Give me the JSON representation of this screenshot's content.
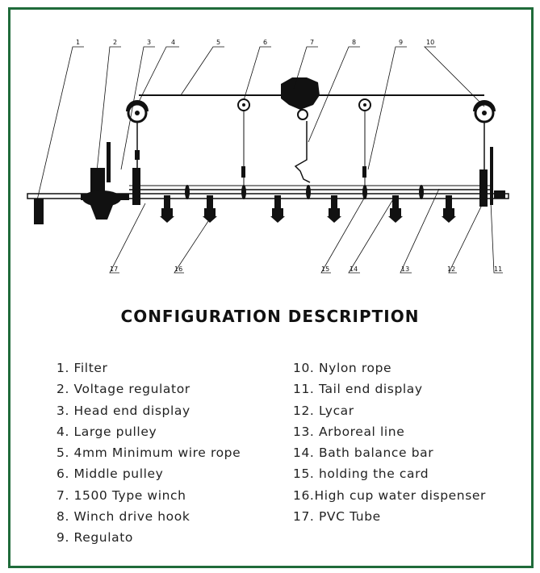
{
  "title": "CONFIGURATION DESCRIPTION",
  "callout_numbers": [
    "1",
    "2",
    "3",
    "4",
    "5",
    "6",
    "7",
    "8",
    "9",
    "10",
    "11",
    "12",
    "13",
    "14",
    "15",
    "16",
    "17"
  ],
  "components_left": [
    "1. Filter",
    "2. Voltage regulator",
    "3. Head end display",
    "4. Large pulley",
    "5. 4mm Minimum wire rope",
    "6. Middle pulley",
    "7. 1500 Type winch",
    "8. Winch drive hook",
    "9. Regulato"
  ],
  "components_right": [
    "10. Nylon rope",
    "11. Tail end display",
    "12. Lycar",
    "13. Arboreal line",
    "14. Bath balance bar",
    "15. holding the card",
    "16.High cup water dispenser",
    "17. PVC Tube"
  ],
  "colors": {
    "frame": "#1f6b3a",
    "ink": "#111111",
    "text": "#222222"
  }
}
